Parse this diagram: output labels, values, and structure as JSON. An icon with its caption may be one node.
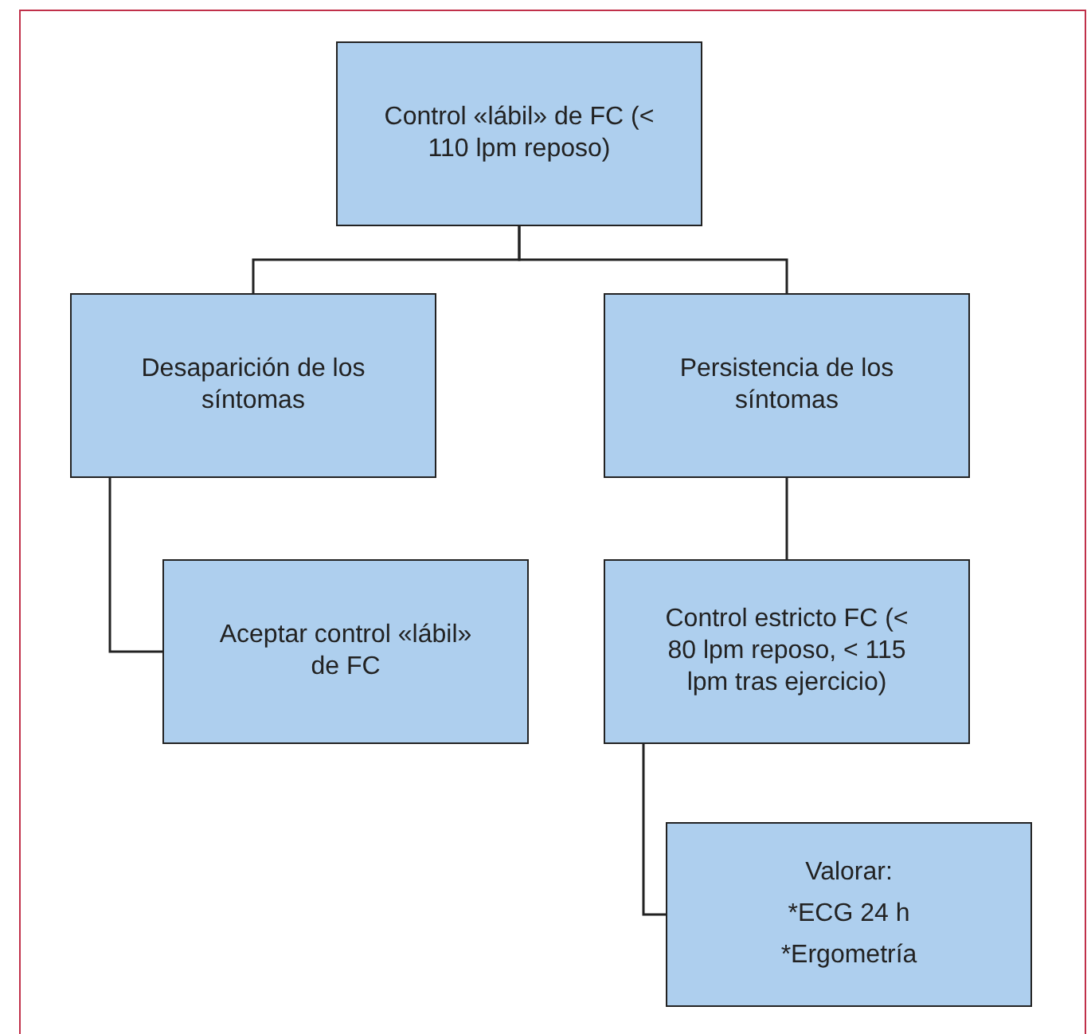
{
  "diagram": {
    "nodes": [
      {
        "text": [
          "Control «lábil» de FC (< 110 lpm reposo)"
        ]
      },
      {
        "text": [
          "Desaparición de los síntomas"
        ]
      },
      {
        "text": [
          "Persistencia de los síntomas"
        ]
      },
      {
        "text": [
          "Aceptar control «lábil» de FC"
        ]
      },
      {
        "text": [
          "Control estricto FC (< 80 lpm reposo, < 115 lpm tras ejercicio)"
        ]
      },
      {
        "text": [
          "Valorar:",
          "*ECG 24 h",
          "*Ergometría"
        ]
      }
    ],
    "edges": [
      {
        "from": 0,
        "to": 1,
        "arrow": "none"
      },
      {
        "from": 0,
        "to": 2,
        "arrow": "none"
      },
      {
        "from": 1,
        "to": 3,
        "arrow": "none"
      },
      {
        "from": 2,
        "to": 4,
        "arrow": "none"
      },
      {
        "from": 4,
        "to": 5,
        "arrow": "none"
      }
    ]
  }
}
